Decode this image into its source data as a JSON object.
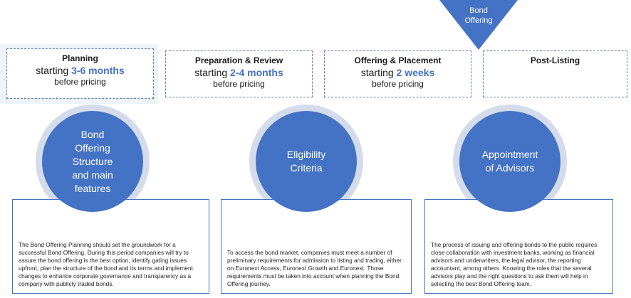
{
  "marker": {
    "label_line1": "Bond",
    "label_line2": "Offering",
    "color": "#4472c4"
  },
  "phases": [
    {
      "title": "Planning",
      "prefix": "starting ",
      "duration": "3-6 months",
      "suffix": "before pricing"
    },
    {
      "title": "Preparation & Review",
      "prefix": "starting ",
      "duration": "2-4 months",
      "suffix": "before pricing"
    },
    {
      "title": "Offering & Placement",
      "prefix": "starting ",
      "duration": "2 weeks",
      "suffix": "before pricing"
    },
    {
      "title": "Post-Listing",
      "prefix": "",
      "duration": "",
      "suffix": ""
    }
  ],
  "steps": [
    {
      "title_lines": [
        "Bond",
        "Offering",
        "Structure",
        "and main",
        "features"
      ],
      "description": "The Bond Offering Planning should set the groundwork for a successful Bond Offering. During this period companies will try to assure the bond offering is the best option, identify gating issues upfront, plan the structure of the bond and its terms and implement changes to enhance corporate governance and transparency as a company with publicly traded bonds."
    },
    {
      "title_lines": [
        "Eligibility",
        "Criteria"
      ],
      "description": "To access the bond market, companies must meet a number of preliminary requirements for admission to listing and trading, either on Euronext Access, Euronext Growth and Euronext. Those requirements must be taken into account when planning the Bond Offering journey."
    },
    {
      "title_lines": [
        "Appointment",
        "of Advisors"
      ],
      "description": "The process of issuing and offering bonds to the public requires close collaboration with investment banks, working as financial advisors and underwriters, the legal advisor, the reporting accountant, among others. Knowing the roles that the several advisors play and the right questions to ask them will help in selecting the best Bond Offering team."
    }
  ],
  "colors": {
    "accent": "#4472c4",
    "halo": "#d4dcec",
    "dashed_border": "#5b7fb8"
  }
}
